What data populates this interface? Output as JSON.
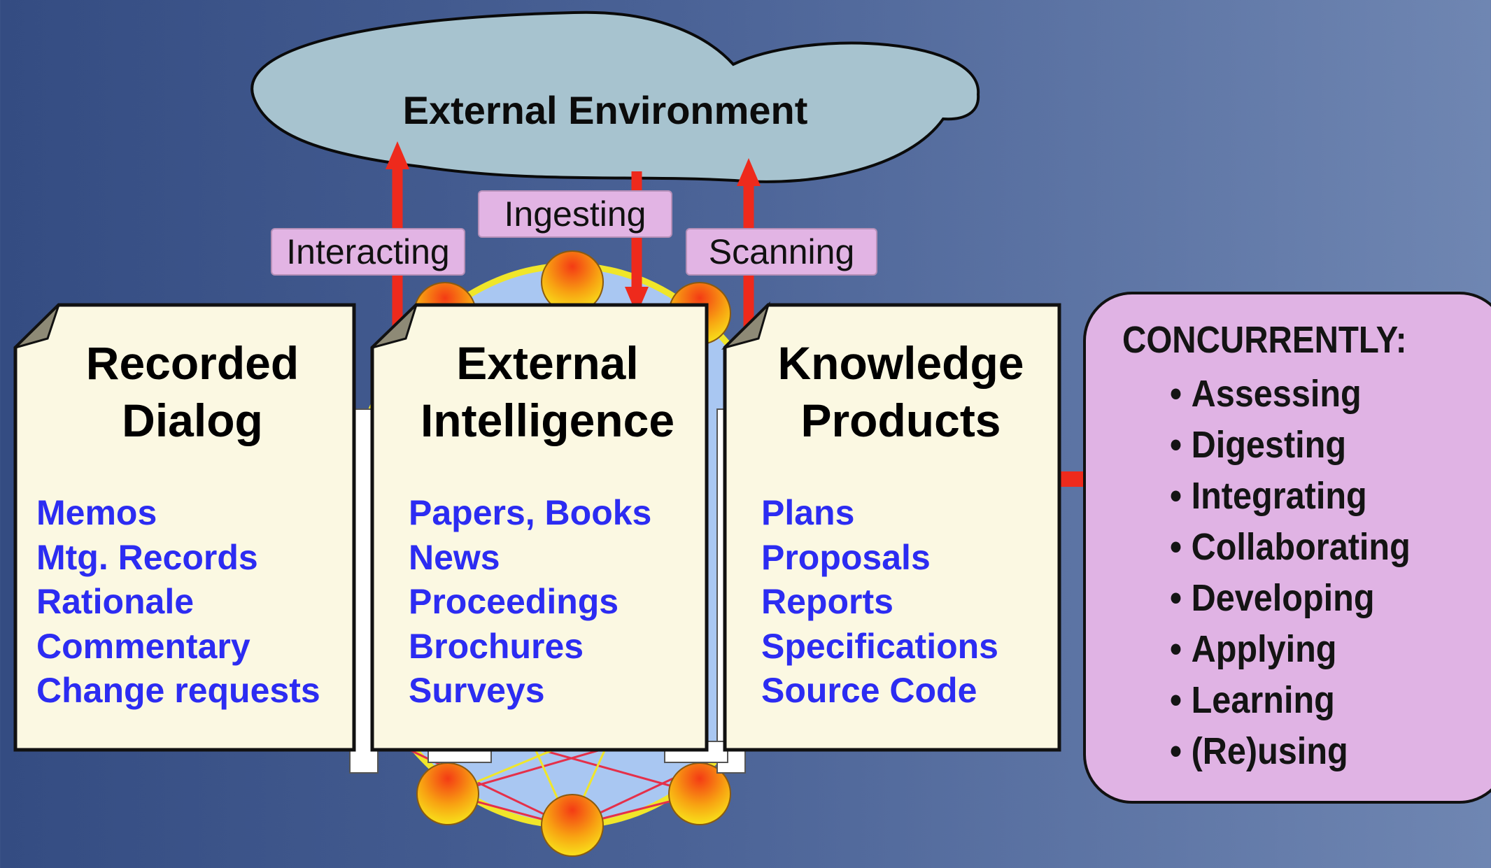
{
  "environment": {
    "title": "External Environment"
  },
  "flows": {
    "interacting": "Interacting",
    "ingesting": "Ingesting",
    "scanning": "Scanning"
  },
  "documents": [
    {
      "title_line1": "Recorded",
      "title_line2": "Dialog",
      "items": [
        "Memos",
        "Mtg. Records",
        "Rationale",
        "Commentary",
        "Change requests"
      ]
    },
    {
      "title_line1": "External",
      "title_line2": "Intelligence",
      "items": [
        "Papers, Books",
        "News",
        "Proceedings",
        "Brochures",
        "Surveys"
      ]
    },
    {
      "title_line1": "Knowledge",
      "title_line2": "Products",
      "items": [
        "Plans",
        "Proposals",
        "Reports",
        "Specifications",
        "Source Code"
      ]
    }
  ],
  "concurrently": {
    "title": "CONCURRENTLY:",
    "bullet": "•",
    "items": [
      "Assessing",
      "Digesting",
      "Integrating",
      "Collaborating",
      "Developing",
      "Applying",
      "Learning",
      "(Re)using"
    ]
  },
  "colors": {
    "arrow": "#ee2a1c",
    "document_fill": "#fbf8e2",
    "link_text": "#2c2cf2",
    "label_fill": "#e2b4e4",
    "cloud_fill": "#a7c3cf",
    "network_fill": "#a9c7f2",
    "network_ring": "#f0e62a"
  }
}
